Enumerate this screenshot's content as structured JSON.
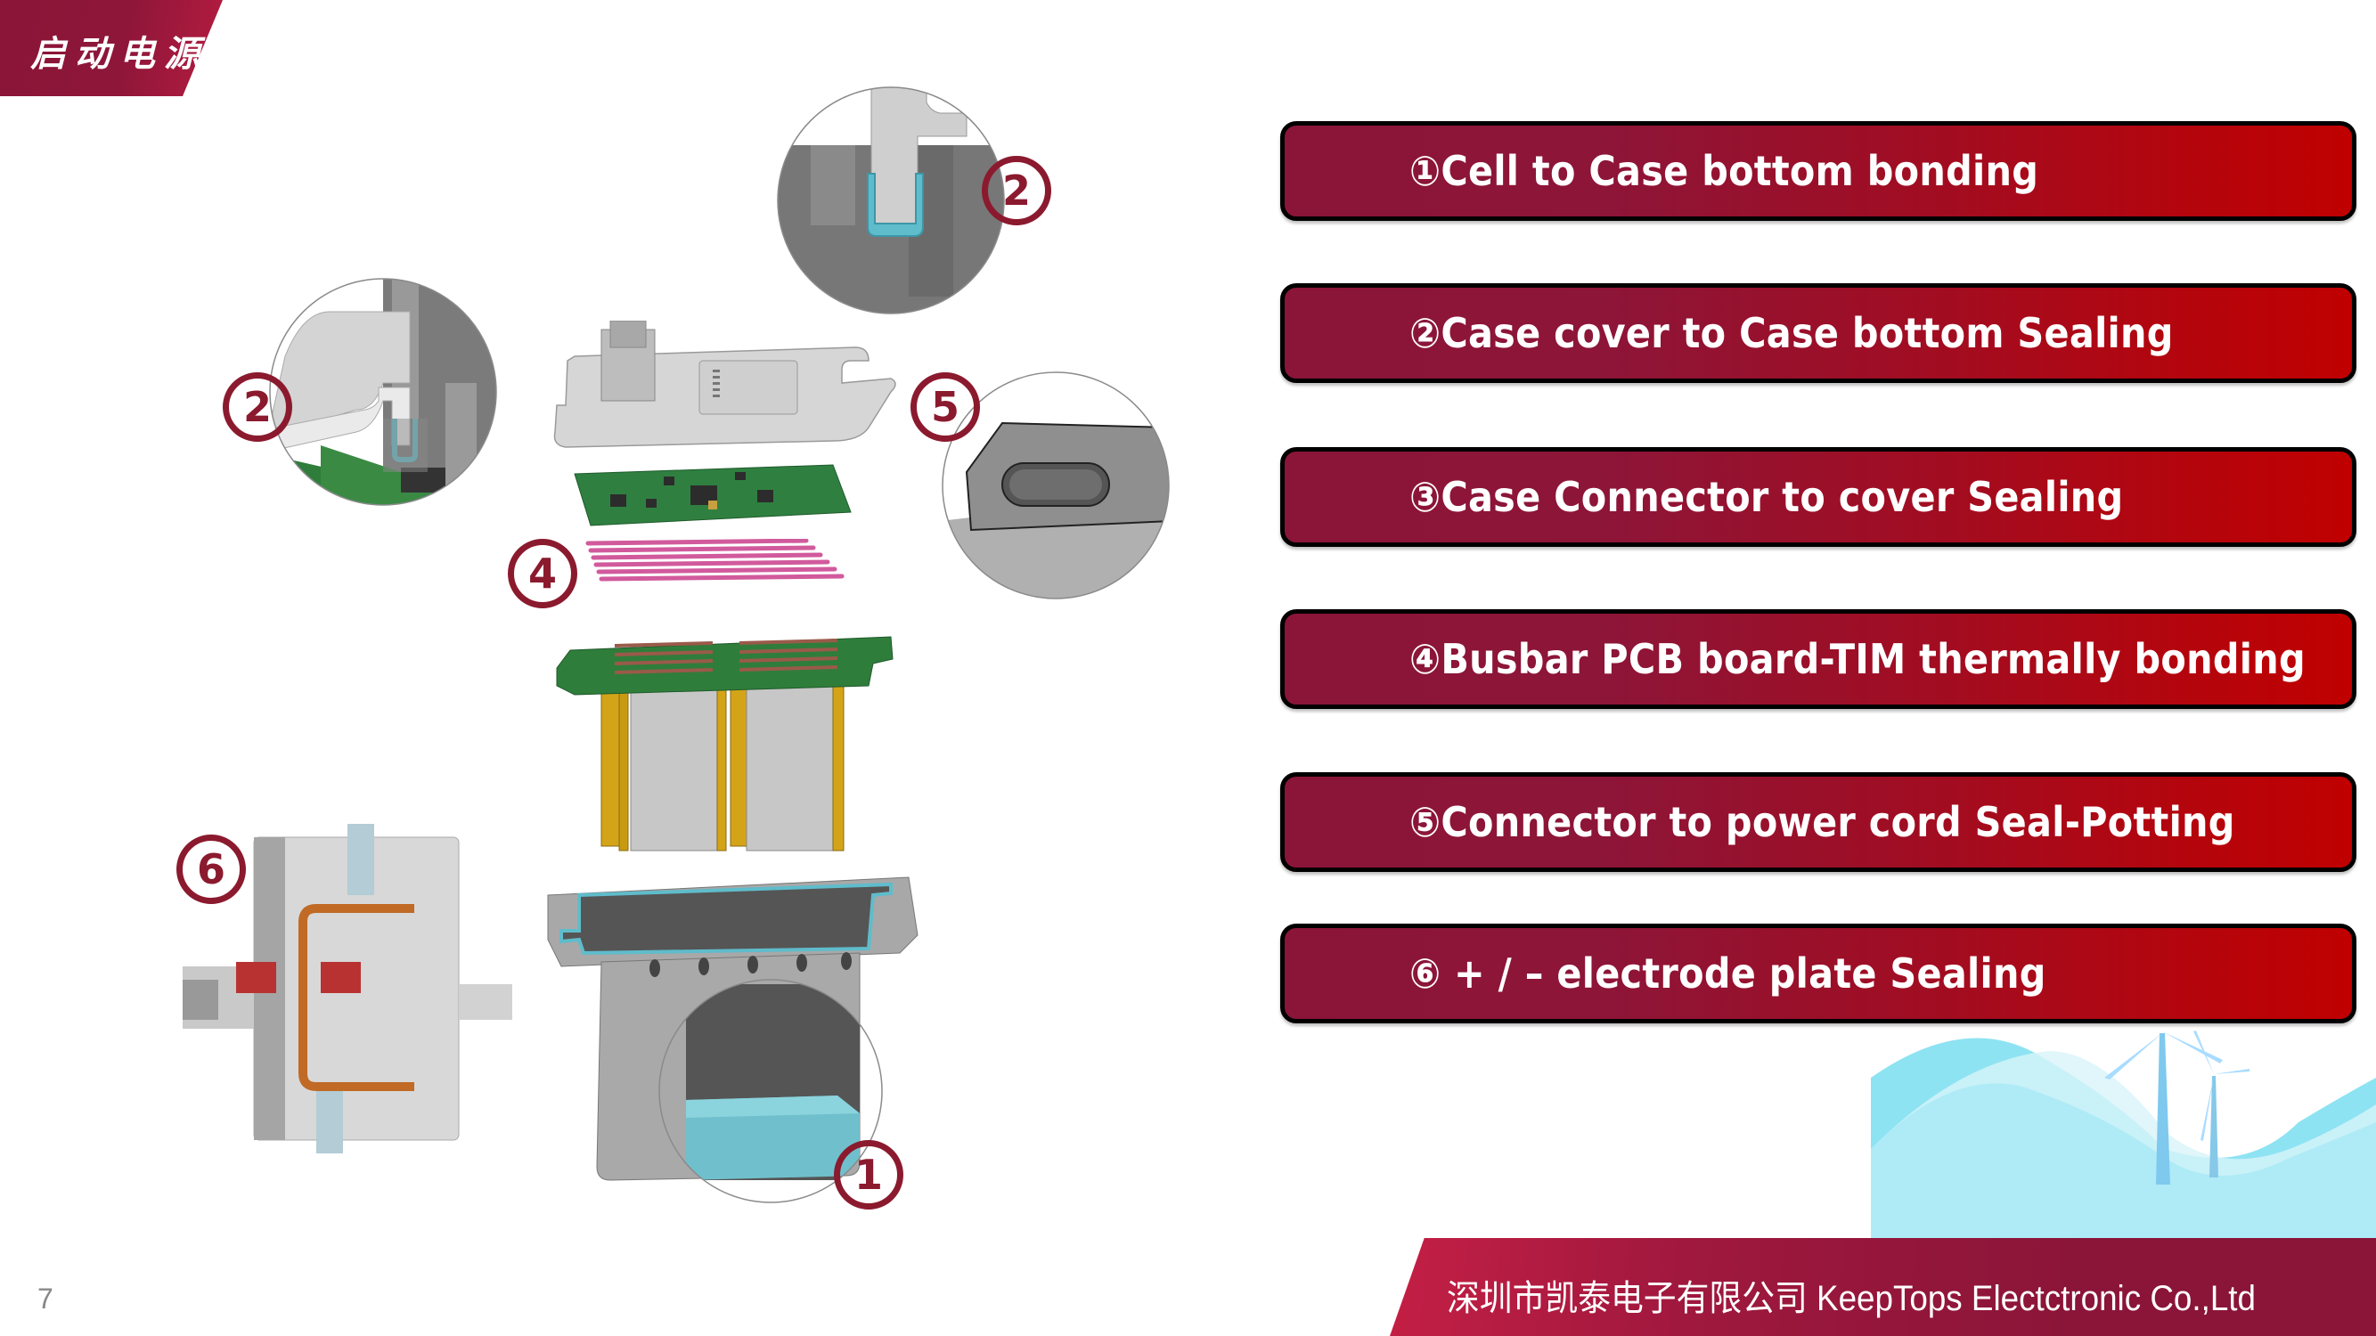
{
  "header": {
    "title": "启动电源"
  },
  "process_list": [
    {
      "number": "①",
      "label": "Cell to Case bottom bonding"
    },
    {
      "number": "②",
      "label": "Case cover to Case bottom Sealing"
    },
    {
      "number": "③",
      "label": "Case Connector to cover Sealing"
    },
    {
      "number": "④",
      "label": "Busbar PCB board-TIM thermally bonding"
    },
    {
      "number": "⑤",
      "label": "Connector to  power cord Seal-Potting"
    },
    {
      "number": "⑥",
      "label": "+ / – electrode plate Sealing"
    }
  ],
  "diagram": {
    "callouts": [
      "2",
      "2",
      "5",
      "4",
      "6",
      "1"
    ],
    "parts": [
      "case-cover",
      "control-pcb",
      "thermal-interface-pads",
      "busbar-pcb",
      "battery-cells",
      "case-bottom",
      "electrode-plate-cross-section"
    ],
    "detail_views": [
      "cover-seal-detail",
      "pcb-seal-detail",
      "connector-detail",
      "case-bottom-bonding-detail"
    ]
  },
  "footer": {
    "company": "深圳市凯泰电子有限公司 KeepTops Electctronic Co.,Ltd",
    "page_number": "7"
  },
  "colors": {
    "brand_dark": "#8a1538",
    "brand_red": "#c00000",
    "callout": "#8b1a2e",
    "seal_cyan": "#5fbccb",
    "pcb_green": "#2f7d3a",
    "cell_yellow": "#d4a418"
  }
}
